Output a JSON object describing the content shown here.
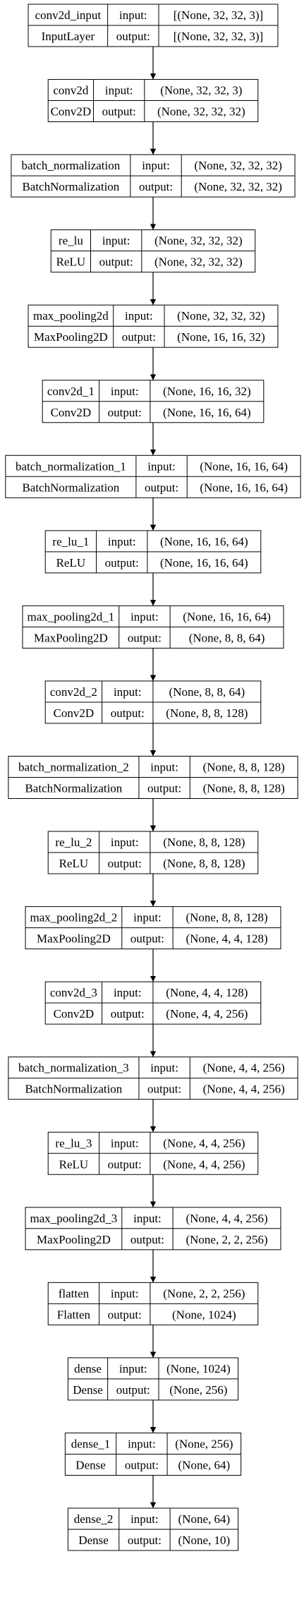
{
  "layers": [
    {
      "name": "conv2d_input",
      "type": "InputLayer",
      "input": "[(None, 32, 32, 3)]",
      "output": "[(None, 32, 32, 3)]"
    },
    {
      "name": "conv2d",
      "type": "Conv2D",
      "input": "(None, 32, 32, 3)",
      "output": "(None, 32, 32, 32)"
    },
    {
      "name": "batch_normalization",
      "type": "BatchNormalization",
      "input": "(None, 32, 32, 32)",
      "output": "(None, 32, 32, 32)"
    },
    {
      "name": "re_lu",
      "type": "ReLU",
      "input": "(None, 32, 32, 32)",
      "output": "(None, 32, 32, 32)"
    },
    {
      "name": "max_pooling2d",
      "type": "MaxPooling2D",
      "input": "(None, 32, 32, 32)",
      "output": "(None, 16, 16, 32)"
    },
    {
      "name": "conv2d_1",
      "type": "Conv2D",
      "input": "(None, 16, 16, 32)",
      "output": "(None, 16, 16, 64)"
    },
    {
      "name": "batch_normalization_1",
      "type": "BatchNormalization",
      "input": "(None, 16, 16, 64)",
      "output": "(None, 16, 16, 64)"
    },
    {
      "name": "re_lu_1",
      "type": "ReLU",
      "input": "(None, 16, 16, 64)",
      "output": "(None, 16, 16, 64)"
    },
    {
      "name": "max_pooling2d_1",
      "type": "MaxPooling2D",
      "input": "(None, 16, 16, 64)",
      "output": "(None, 8, 8, 64)"
    },
    {
      "name": "conv2d_2",
      "type": "Conv2D",
      "input": "(None, 8, 8, 64)",
      "output": "(None, 8, 8, 128)"
    },
    {
      "name": "batch_normalization_2",
      "type": "BatchNormalization",
      "input": "(None, 8, 8, 128)",
      "output": "(None, 8, 8, 128)"
    },
    {
      "name": "re_lu_2",
      "type": "ReLU",
      "input": "(None, 8, 8, 128)",
      "output": "(None, 8, 8, 128)"
    },
    {
      "name": "max_pooling2d_2",
      "type": "MaxPooling2D",
      "input": "(None, 8, 8, 128)",
      "output": "(None, 4, 4, 128)"
    },
    {
      "name": "conv2d_3",
      "type": "Conv2D",
      "input": "(None, 4, 4, 128)",
      "output": "(None, 4, 4, 256)"
    },
    {
      "name": "batch_normalization_3",
      "type": "BatchNormalization",
      "input": "(None, 4, 4, 256)",
      "output": "(None, 4, 4, 256)"
    },
    {
      "name": "re_lu_3",
      "type": "ReLU",
      "input": "(None, 4, 4, 256)",
      "output": "(None, 4, 4, 256)"
    },
    {
      "name": "max_pooling2d_3",
      "type": "MaxPooling2D",
      "input": "(None, 4, 4, 256)",
      "output": "(None, 2, 2, 256)"
    },
    {
      "name": "flatten",
      "type": "Flatten",
      "input": "(None, 2, 2, 256)",
      "output": "(None, 1024)"
    },
    {
      "name": "dense",
      "type": "Dense",
      "input": "(None, 1024)",
      "output": "(None, 256)"
    },
    {
      "name": "dense_1",
      "type": "Dense",
      "input": "(None, 256)",
      "output": "(None, 64)"
    },
    {
      "name": "dense_2",
      "type": "Dense",
      "input": "(None, 64)",
      "output": "(None, 10)"
    }
  ],
  "labels": {
    "input": "input:",
    "output": "output:"
  },
  "colors": {
    "stroke": "#000000",
    "text": "#000000",
    "background": "#ffffff"
  }
}
